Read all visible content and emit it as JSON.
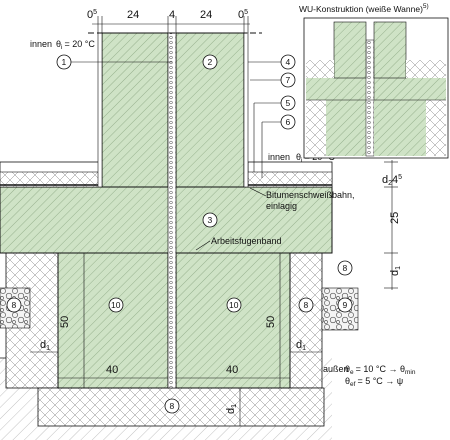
{
  "dimensions": {
    "top_left_offset": "0",
    "top_left_offset_sup": "5",
    "top_wall_left": "24",
    "top_joint": "4",
    "top_wall_right": "24",
    "top_right_offset": "0",
    "top_right_offset_sup": "5",
    "right_slab_small": "d",
    "right_slab_small_sub": "2",
    "right_slab_small_val": "4",
    "right_slab_small_val_sup": "5",
    "right_slab_25": "25",
    "right_d1": "d",
    "right_d1_sub": "1",
    "left_50": "50",
    "right_50": "50",
    "bottom_40_left": "40",
    "bottom_40_right": "40",
    "left_d1": "d",
    "left_d1_sub": "1",
    "right_d1_lower": "d",
    "right_d1_lower_sub": "1",
    "bottom_d1": "d",
    "bottom_d1_sub": "1"
  },
  "labels": {
    "inside_left": "innen",
    "theta_left": "θ",
    "theta_left_sub": "i",
    "theta_left_value": "= 20 °C",
    "inside_right": "innen",
    "theta_right": "θ",
    "theta_right_sub": "i",
    "theta_right_value": "= 20 °C",
    "bitumen_line1": "Bitumenschweißbahn,",
    "bitumen_line2": "einlagig",
    "joint_tape": "Arbeitsfugenband",
    "outside": "außen",
    "theta_e": "θ",
    "theta_e_sub": "e",
    "theta_e_value": "=  10  °C → θ",
    "theta_e_target_sub": "min",
    "theta_ef": "θ",
    "theta_ef_sub": "ef",
    "theta_ef_value": "=   5  °C → ψ"
  },
  "inset": {
    "title": "WU-Konstruktion (weiße Wanne)",
    "title_sup": "5)"
  },
  "markers": {
    "m1": "1",
    "m2": "2",
    "m3": "3",
    "m4": "4",
    "m5": "5",
    "m6": "6",
    "m7": "7",
    "m8_left": "8",
    "m8_right": "8",
    "m8_right2": "8",
    "m8_bottom": "8",
    "m9": "9",
    "m10_left": "10",
    "m10_right": "10"
  },
  "colors": {
    "concrete": "#cfe3c6",
    "line": "#111111"
  }
}
